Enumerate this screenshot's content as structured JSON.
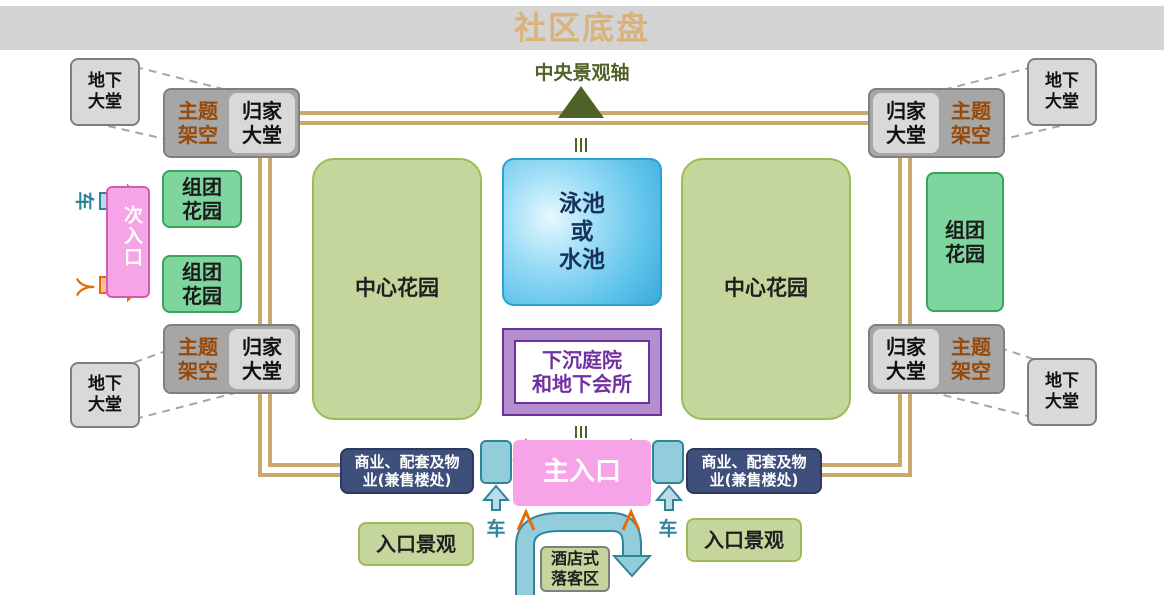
{
  "title": "社区底盘",
  "axis_label": "中央景观轴",
  "lobby_home": "归家\n大堂",
  "theme_overhead": "主题\n架空",
  "underground_lobby": "地下\n大堂",
  "group_garden": "组团\n花园",
  "central_garden": "中心花园",
  "pool": "泳池\n或\n水池",
  "sunken_courtyard": "下沉庭院\n和地下会所",
  "commercial": "商业、配套及物\n业(兼售楼处)",
  "main_entrance": "主入口",
  "side_entrance": "次入口",
  "car": "车",
  "pedestrian": "人",
  "entrance_landscape": "入口景观",
  "hotel_dropoff": "酒店式\n落客区",
  "colors": {
    "road": "#c8a96e",
    "axis": "#4f6228",
    "car": "#31859b",
    "pedestrian": "#e36c09",
    "title": "#d9b27c"
  }
}
